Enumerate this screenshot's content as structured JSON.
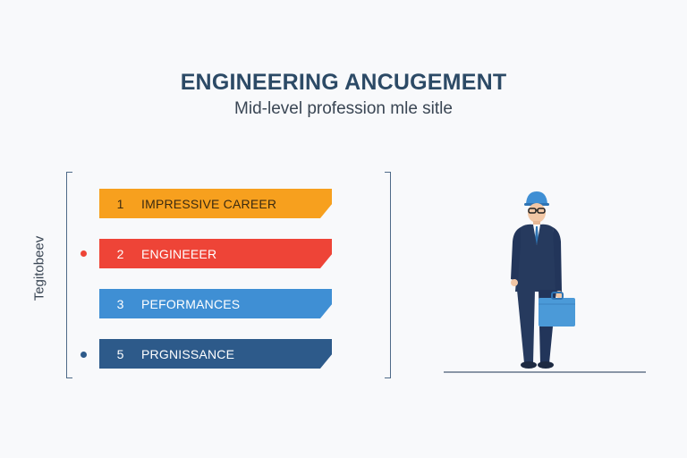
{
  "title": "ENGINEERING ANCUGEMENT",
  "subtitle": "Mid-level profession mle sitle",
  "side_label": "Tegitobeev",
  "steps": [
    {
      "number": "1",
      "label": "IMPRESSIVE CAREER",
      "color": "#f7a01e"
    },
    {
      "number": "2",
      "label": "ENGINEEER",
      "color": "#ee4437"
    },
    {
      "number": "3",
      "label": "PEFORMANCES",
      "color": "#3f8fd4"
    },
    {
      "number": "5",
      "label": "PRGNISSANCE",
      "color": "#2d5a8a"
    }
  ],
  "markers": [
    {
      "color": "#ee4437"
    },
    {
      "color": "#2d5a8a"
    }
  ],
  "figure": {
    "icon": "engineer-with-briefcase-icon",
    "helmet_color": "#3f8fd4",
    "suit_color": "#263a5e",
    "briefcase_color": "#4b9ad8"
  }
}
